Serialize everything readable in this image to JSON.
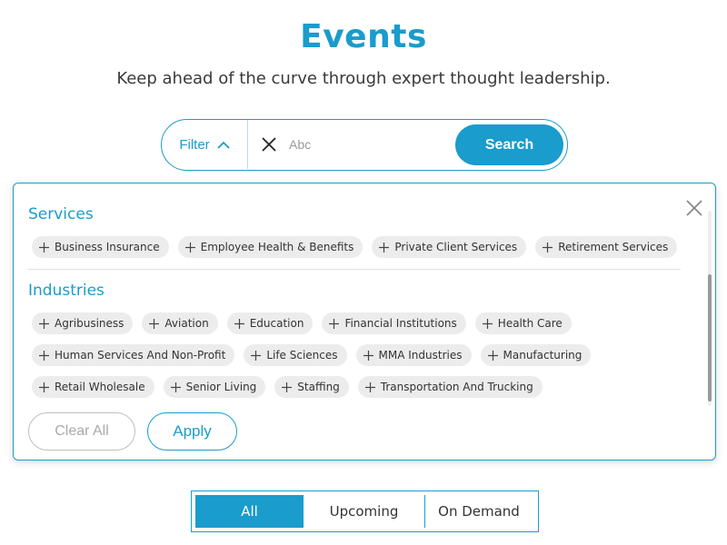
{
  "page": {
    "title": "Events",
    "subtitle": "Keep ahead of the curve through expert thought leadership."
  },
  "search": {
    "filter_label": "Filter",
    "placeholder": "Abc",
    "value": "",
    "button_label": "Search"
  },
  "filters": {
    "services_heading": "Services",
    "services": [
      "Business Insurance",
      "Employee Health & Benefits",
      "Private Client Services",
      "Retirement Services"
    ],
    "industries_heading": "Industries",
    "industries": [
      "Agribusiness",
      "Aviation",
      "Education",
      "Financial Institutions",
      "Health Care",
      "Human Services And Non-Profit",
      "Life Sciences",
      "MMA Industries",
      "Manufacturing",
      "Retail Wholesale",
      "Senior Living",
      "Staffing",
      "Transportation And Trucking"
    ],
    "clear_all_label": "Clear All",
    "apply_label": "Apply"
  },
  "tabs": {
    "all": "All",
    "upcoming": "Upcoming",
    "on_demand": "On Demand",
    "selected": "All"
  },
  "colors": {
    "accent": "#1a9ccc",
    "tag_bg": "#ececec"
  },
  "icons": {
    "filter_toggle": "chevron-up-icon",
    "clear_search": "close-icon",
    "close_panel": "close-icon",
    "tag": "plus-icon"
  }
}
